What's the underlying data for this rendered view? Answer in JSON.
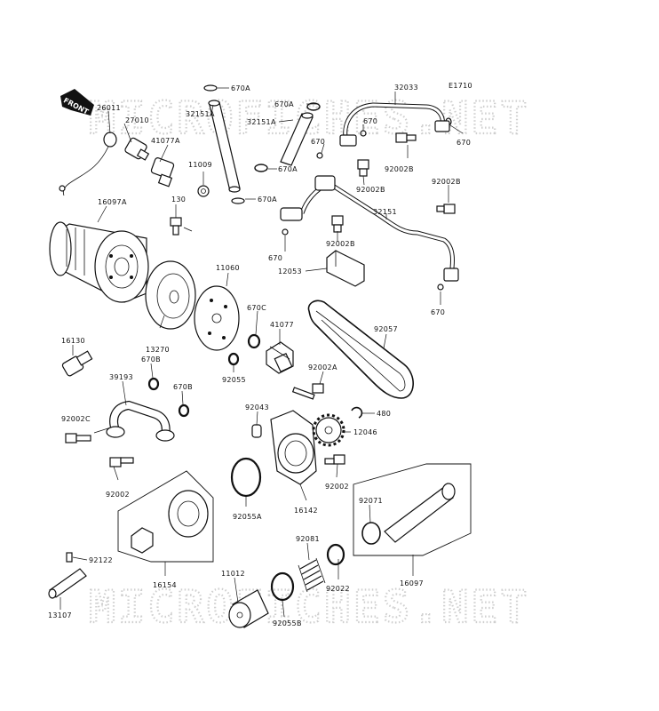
{
  "diagram": {
    "figure_code": "E1710",
    "front_label": "FRONT",
    "watermark": "MICROFICHES.NET",
    "part_labels": [
      "670A",
      "670A",
      "670A",
      "670A",
      "32033",
      "26011",
      "27010",
      "41077A",
      "32151A",
      "32151A",
      "670",
      "670",
      "670",
      "670",
      "670",
      "11009",
      "92002B",
      "92002B",
      "92002B",
      "92002B",
      "16097A",
      "130",
      "32151",
      "12053",
      "11060",
      "670C",
      "41077",
      "92057",
      "16130",
      "13270",
      "670B",
      "670B",
      "39193",
      "92055",
      "92002A",
      "92043",
      "480",
      "12046",
      "92002C",
      "92002",
      "92002",
      "92055A",
      "16142",
      "92071",
      "92081",
      "92122",
      "16154",
      "92022",
      "16097",
      "11012",
      "13107",
      "92055B"
    ]
  }
}
